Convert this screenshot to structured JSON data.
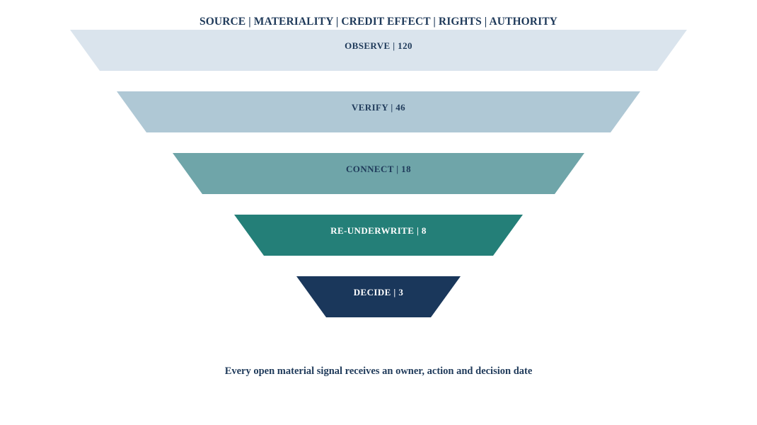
{
  "header": {
    "criteria": [
      "SOURCE",
      "MATERIALITY",
      "CREDIT EFFECT",
      "RIGHTS",
      "AUTHORITY"
    ],
    "separator": "|"
  },
  "funnel": {
    "stages": [
      {
        "name": "OBSERVE",
        "count": 120,
        "fill": "#dae4ed",
        "text_color": "#1f3a5a"
      },
      {
        "name": "VERIFY",
        "count": 46,
        "fill": "#afc8d5",
        "text_color": "#1f3a5a"
      },
      {
        "name": "CONNECT",
        "count": 18,
        "fill": "#6fa5a9",
        "text_color": "#1f3a5a"
      },
      {
        "name": "RE-UNDERWRITE",
        "count": 8,
        "fill": "#247f78",
        "text_color": "#ffffff"
      },
      {
        "name": "DECIDE",
        "count": 3,
        "fill": "#1a375b",
        "text_color": "#ffffff"
      }
    ],
    "label_separator": "|"
  },
  "footer": {
    "text": "Every open material signal receives an owner, action and decision date"
  }
}
